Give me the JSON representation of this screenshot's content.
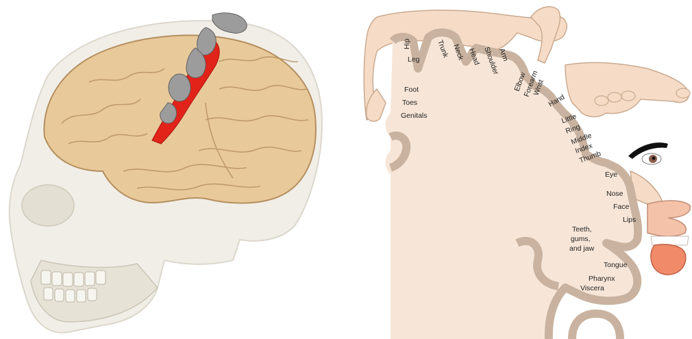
{
  "homunculus": {
    "labels": {
      "hip": "Hip",
      "leg": "Leg",
      "foot": "Foot",
      "toes": "Toes",
      "genitals": "Genitals",
      "trunk": "Trunk",
      "neck": "Neck",
      "head": "Head",
      "shoulder": "Shoulder",
      "arm": "Arm",
      "elbow": "Elbow",
      "forearm": "Forearm",
      "wrist": "Wrist",
      "hand": "Hand",
      "little": "Little",
      "ring": "Ring",
      "middle": "Middle",
      "index": "Index",
      "thumb": "Thumb",
      "eye": "Eye",
      "nose": "Nose",
      "face": "Face",
      "lips": "Lips",
      "teeth1": "Teeth,",
      "teeth2": "gums,",
      "teeth3": "and jaw",
      "tongue": "Tongue",
      "pharynx": "Pharynx",
      "viscera": "Viscera"
    }
  },
  "colors": {
    "cortex_fill": "#f7e6d8",
    "cortex_band": "#c9b3a0",
    "brain": "#e8c99a",
    "skull": "#ece9e0",
    "motor_strip": "#e2231a"
  }
}
